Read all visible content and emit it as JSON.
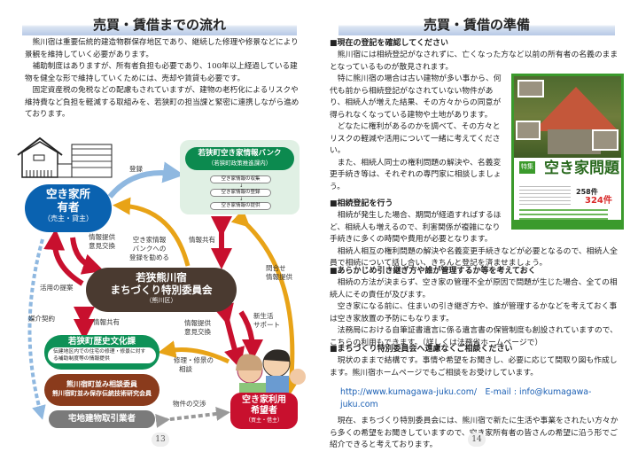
{
  "left_page": {
    "title": "売買・賃借までの流れ",
    "paragraphs": [
      "熊川宿は重要伝統的建造物群保存地区であり、継続した修理や修景などにより景観を維持していく必要があります。",
      "補助制度はありますが、所有者負担も必要であり、100年以上経過している建物を健全な形で維持していくためには、売却や賃貸も必要です。",
      "固定資産税の免税などの配慮もされていますが、建物の老朽化によるリスクや維持費など負担を軽減する取組みを、若狭町の担当課と緊密に連携しながら進めております。"
    ],
    "diagram": {
      "owner": {
        "title": "空き家所有者",
        "sub": "（売主・貸主）"
      },
      "bank": {
        "title": "若狭町空き家情報バンク",
        "sub": "（若狭町政策推進課内）",
        "steps": [
          "空き家情報の収集",
          "空き家情報の登録",
          "空き家情報の提供"
        ],
        "step_arrow": "↓"
      },
      "committee": {
        "title_1": "若狭熊川宿",
        "title_2": "まちづくり特別委員会",
        "sub": "（熊川区）"
      },
      "history": {
        "title": "若狭町歴史文化課",
        "desc": "伝建地区内での住宅の修理・修景に対する補助制度等の情報提供"
      },
      "consult": {
        "line1": "熊川宿町並み相談委員",
        "line2": "熊川宿町並み保存伝統技術研究会員"
      },
      "realty": {
        "title": "宅地建物取引業者"
      },
      "user": {
        "title_1": "空き家利用",
        "title_2": "希望者",
        "sub": "（買主・借主）"
      },
      "labels": {
        "register": "登録",
        "info_exchange_1": [
          "情報提供",
          "意見交換"
        ],
        "recommend": [
          "空き家情報",
          "バンクへの",
          "登録を勧める"
        ],
        "share_1": "情報共有",
        "inquiry": [
          "問合せ",
          "情報提供"
        ],
        "proposal": "活用の提案",
        "brokerage": "媒介契約",
        "share_2": "情報共有",
        "info_exchange_2": [
          "情報提供",
          "意見交換"
        ],
        "new_life": [
          "新生活",
          "サポート"
        ],
        "repair": [
          "修理・修景の",
          "相談"
        ],
        "negotiation": "物件の交渉"
      }
    },
    "page_number": "13"
  },
  "right_page": {
    "title": "売買・賃借の準備",
    "sections": [
      {
        "heading": "■現在の登記を確認してください",
        "paragraphs": [
          "熊川宿には相続登記がなされずに、亡くなった方など以前の所有者の名義のままとなっているものが散見されます。",
          "特に熊川宿の場合は古い建物が多い事から、何代も前から相続登記がなされていない物件があり、相続人が増えた結果、その方々からの同意が得られなくなっている建物や土地があります。",
          "どなたに権利があるのかを調べて、その方々とリスクの軽減や活用について一緒に考えてください。",
          "また、相続人同士の権利問題の解決や、名義変更手続き等は、それぞれの専門家に相談しましょう。"
        ]
      },
      {
        "heading": "■相続登記を行う",
        "paragraphs": [
          "相続が発生した場合、期間が経過すればするほど、相続人も増えるので、利害関係が複雑になり手続きに多くの時間や費用が必要となります。",
          "相続人相互の権利問題の解決や名義変更手続きなどが必要となるので、相続人全員で相続について話し合い、きちんと登記を済ませましょう。"
        ]
      },
      {
        "heading": "■あらかじめ引き継ぎ方や誰が管理するか等を考えておく",
        "paragraphs": [
          "相続の方法が決まらず、空き家の管理不全が原因で問題が生じた場合、全ての相続人にその責任が及びます。",
          "空き家になる前に、住まいの引き継ぎ方や、誰が管理するかなどを考えておく事は空き家放置の予防にもなります。",
          "法務局における自筆証書遺言に係る遺言書の保管制度も創設されていますので、こちらの利用もできます。（詳しくは法務省ホームページで）"
        ]
      },
      {
        "heading": "■まちづくり特別委員会へ遠慮なくご相談ください",
        "paragraphs": [
          "現状のままで結構です。事情や希望をお聞きし、必要に応じて間取り図も作成します。熊川宿ホームページでもご相談をお受けしています。"
        ],
        "contact": "http://www.kumagawa-juku.com/　E-mail : info@kumagawa-juku.com",
        "closing": "現在、まちづくり特別委員会には、熊川宿で新たに生活や事業をされたい方々から多くの希望をお聞きしていますので、空き家所有者の皆さんの希望に沿う形でご紹介できると考えております。"
      }
    ],
    "flyer": {
      "badge": "特集",
      "title": "空き家問題",
      "count_1": "258件",
      "count_2": "324件"
    },
    "page_number": "14"
  },
  "colors": {
    "blue": "#0a62b0",
    "green": "#0c8a4f",
    "brown": "#4a3a30",
    "red": "#c8102e",
    "orange": "#e8a317",
    "light_blue": "#8fb8e0"
  }
}
